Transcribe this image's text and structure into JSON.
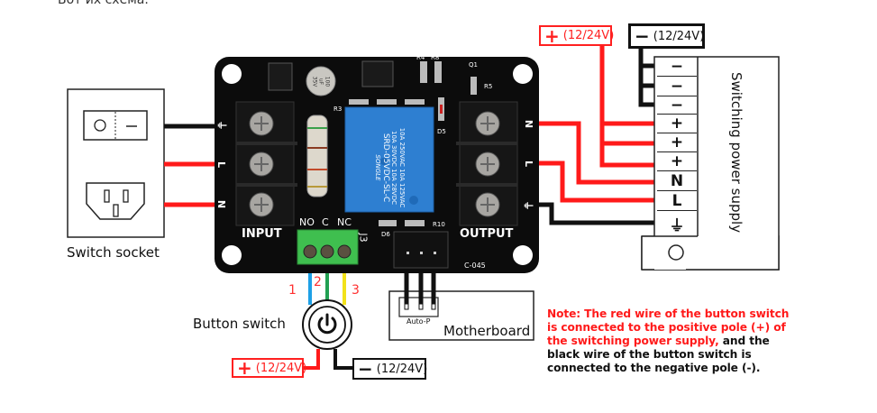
{
  "page": {
    "caption": "Вот их схема."
  },
  "switch_socket": {
    "label": "Switch socket",
    "rocker_off_symbol": "circle-icon",
    "rocker_on_symbol": "line-icon",
    "outlet": "iec-socket-icon"
  },
  "relay_board": {
    "input_label": "INPUT",
    "output_label": "OUTPUT",
    "input_terminals": [
      "⏚",
      "L",
      "N"
    ],
    "output_terminals": [
      "N",
      "L",
      "⏚"
    ],
    "j3_label": "J3",
    "j3_pins": [
      "NO",
      "C",
      "NC"
    ],
    "board_code": "C-045",
    "component_labels": [
      "R4",
      "R8",
      "Q1",
      "R5",
      "R3",
      "D5",
      "D6",
      "R10"
    ],
    "relay": {
      "brand": "SONGLE",
      "model": "SRD-05VDC-SL-C",
      "ratings": [
        "10A 250VAC 10A 125VAC",
        "10A 30VDC 10A 28VDC"
      ],
      "color": "#2e7fd1"
    },
    "capacitor": {
      "lines": [
        "100",
        "uF",
        "35V"
      ]
    }
  },
  "button_switch": {
    "label": "Button switch",
    "wire_numbers": [
      "1",
      "2",
      "3"
    ],
    "wire_colors": [
      "#1ea0e6",
      "#22a052",
      "#f2e21a"
    ],
    "power_icon": "power-icon",
    "plus_label": "(12/24V)",
    "minus_label": "(12/24V)"
  },
  "motherboard": {
    "label": "Motherboard",
    "header_label": "Auto-P"
  },
  "power_supply": {
    "label": "Switching power supply",
    "plus_label": "(12/24V)",
    "minus_label": "(12/24V)",
    "terminals": [
      "−",
      "−",
      "−",
      "+",
      "+",
      "+",
      "N",
      "L",
      "⏚"
    ]
  },
  "note": {
    "red_text": "Note: The red wire of the button switch is connected to the positive pole (+) of the switching power supply,",
    "black_text": " and the black wire of the button switch is connected to the negative pole (-)."
  },
  "colors": {
    "wire_red": "#ff1a1a",
    "wire_black": "#111111",
    "pcb": "#0c0c0c",
    "terminal_green": "#3fbf4f"
  }
}
